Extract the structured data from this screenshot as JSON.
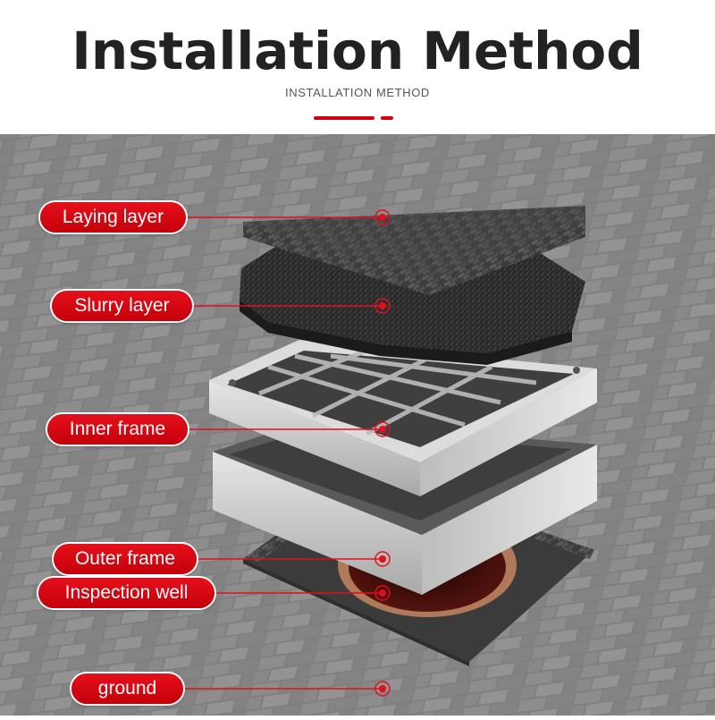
{
  "header": {
    "title": "Installation Method",
    "subtitle": "INSTALLATION METHOD",
    "accent_color": "#d7000f"
  },
  "labels": [
    {
      "id": "laying-layer",
      "text": "Laying layer"
    },
    {
      "id": "slurry-layer",
      "text": "Slurry layer"
    },
    {
      "id": "inner-frame",
      "text": "Inner frame"
    },
    {
      "id": "outer-frame",
      "text": "Outer frame"
    },
    {
      "id": "inspection-well",
      "text": "Inspection well"
    },
    {
      "id": "ground",
      "text": "ground"
    }
  ],
  "colors": {
    "label_bg": "#d7000f",
    "pavement": "#8c8c8c",
    "steel": "#c9c9c9",
    "slurry": "#2b2b2b",
    "well_interior": "#3a0a08"
  }
}
